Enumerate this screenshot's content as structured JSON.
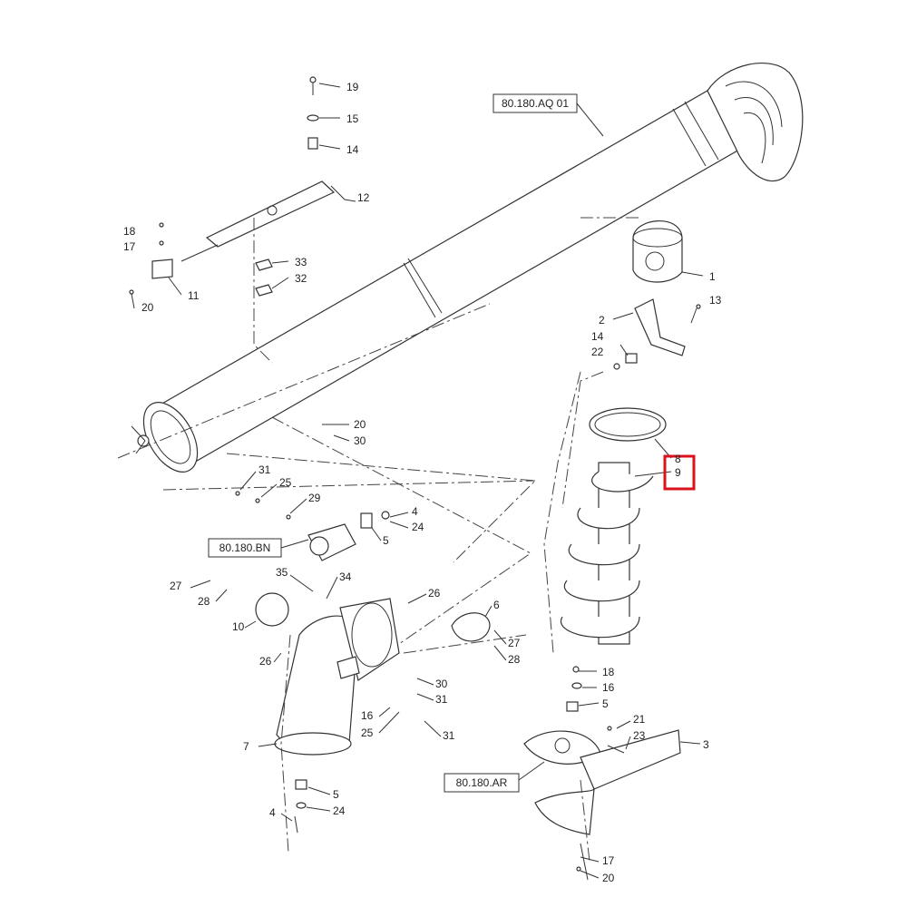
{
  "references": {
    "auger_tube": "80.180.AQ 01",
    "drive_ref": "80.180.BN",
    "lower_ref": "80.180.AR"
  },
  "callouts": {
    "c1": "1",
    "c2": "2",
    "c3": "3",
    "c4a": "4",
    "c4b": "4",
    "c5a": "5",
    "c5b": "5",
    "c5c": "5",
    "c6": "6",
    "c7": "7",
    "c8": "8",
    "c9": "9",
    "c10": "10",
    "c11": "11",
    "c12": "12",
    "c13": "13",
    "c14a": "14",
    "c14b": "14",
    "c15": "15",
    "c16a": "16",
    "c16b": "16",
    "c17a": "17",
    "c17b": "17",
    "c18a": "18",
    "c18b": "18",
    "c19": "19",
    "c20a": "20",
    "c20b": "20",
    "c20c": "20",
    "c21": "21",
    "c22": "22",
    "c23": "23",
    "c24a": "24",
    "c24b": "24",
    "c25a": "25",
    "c25b": "25",
    "c26a": "26",
    "c26b": "26",
    "c27a": "27",
    "c27b": "27",
    "c28a": "28",
    "c28b": "28",
    "c29": "29",
    "c30a": "30",
    "c30b": "30",
    "c31a": "31",
    "c31b": "31",
    "c31c": "31",
    "c32": "32",
    "c33": "33",
    "c34": "34",
    "c35": "35"
  },
  "highlight": {
    "callout": "9",
    "color": "#d9121b"
  }
}
